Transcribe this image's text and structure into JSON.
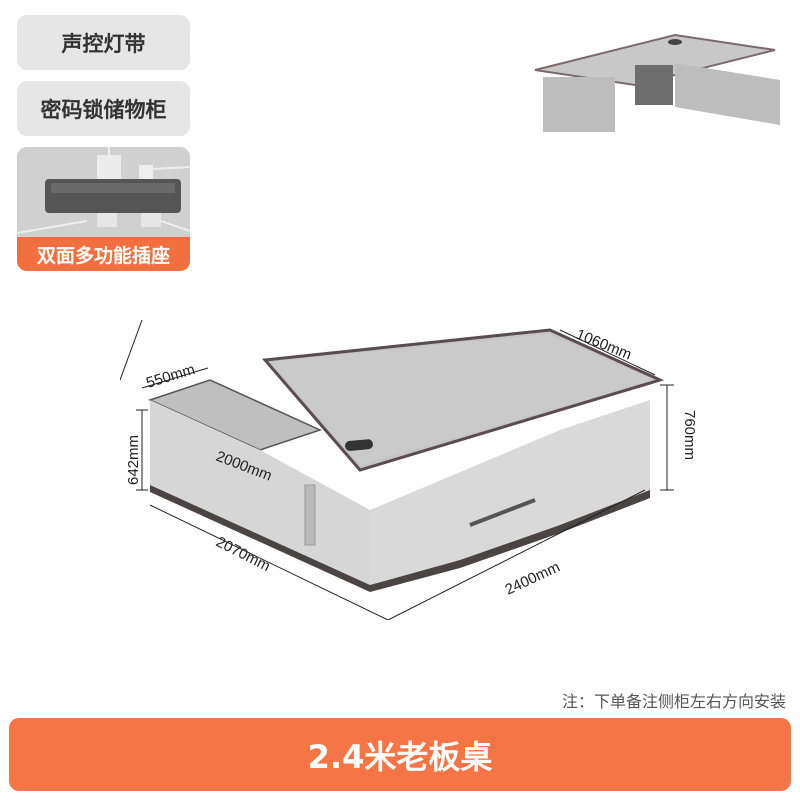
{
  "features": [
    {
      "label": "声控灯带"
    },
    {
      "label": "密码锁储物柜"
    },
    {
      "label": "双面多功能插座",
      "highlight_color": "#f2703f"
    }
  ],
  "dimensions": {
    "side_depth": "550mm",
    "side_height": "642mm",
    "side_length": "2000mm",
    "total_length_left": "2070mm",
    "desk_depth": "1060mm",
    "desk_height": "760mm",
    "desk_length": "2400mm"
  },
  "note": "注：下单备注侧柜左右方向安装",
  "banner": {
    "title": "2.4米老板桌",
    "color": "#f57547"
  }
}
